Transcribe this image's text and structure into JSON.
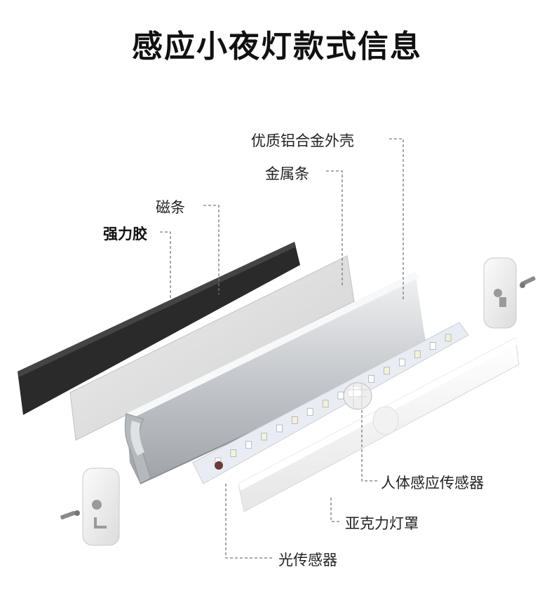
{
  "title": "感应小夜灯款式信息",
  "labels": {
    "shell": "优质铝合金外壳",
    "metal_strip": "金属条",
    "magnetic_strip": "磁条",
    "adhesive": "强力胶",
    "pir_sensor": "人体感应传感器",
    "acrylic_cover": "亚克力灯罩",
    "light_sensor": "光传感器"
  },
  "colors": {
    "title_text": "#111111",
    "adhesive_strip": "#2a2a2a",
    "metal_strip": "#d9d9d9",
    "aluminum_shell": "#c8cbce",
    "pcb": "#e8ecf2",
    "acrylic_cover": "#f7f7f7",
    "leader_line": "#7a7a7a"
  }
}
